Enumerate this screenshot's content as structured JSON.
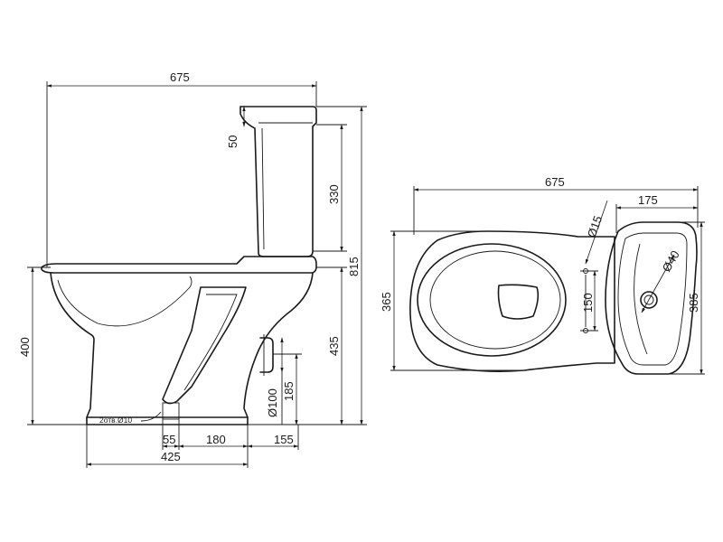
{
  "side_view": {
    "overall_width": "675",
    "lid_height": "50",
    "tank_height": "330",
    "total_height": "815",
    "bowl_height": "400",
    "seat_height": "435",
    "outlet_height": "185",
    "outlet_diameter": "Ø100",
    "offset_a": "55",
    "offset_b": "180",
    "offset_c": "155",
    "base_width": "425",
    "mount_holes": "2отв.Ø10"
  },
  "top_view": {
    "overall_width": "675",
    "tank_width": "175",
    "bowl_width": "365",
    "tank_length": "385",
    "inlet_diameter": "Ø15",
    "button_diameter": "Ø40",
    "hole_spacing": "150"
  }
}
